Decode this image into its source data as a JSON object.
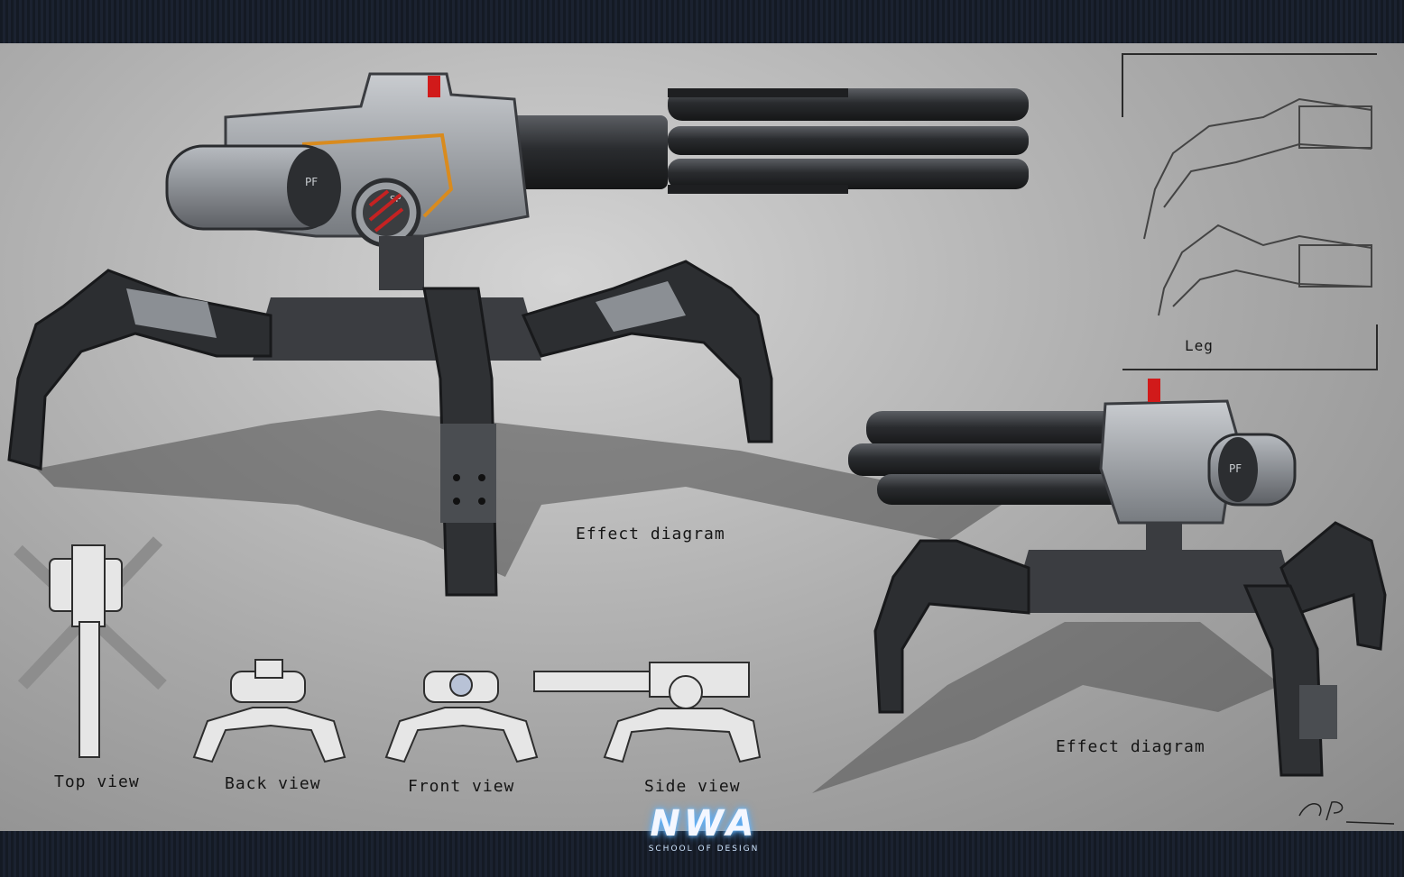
{
  "captions": {
    "effect_main": "Effect diagram",
    "effect_secondary": "Effect diagram",
    "leg": "Leg",
    "top_view": "Top view",
    "back_view": "Back view",
    "front_view": "Front view",
    "side_view": "Side view"
  },
  "turret_labels": {
    "pf_main": "PF",
    "sp_main": "SP",
    "pf_secondary": "PF"
  },
  "logo": {
    "main": "NWA",
    "sub": "SCHOOL OF DESIGN"
  },
  "colors": {
    "accent_orange": "#d98b1e",
    "sensor_red": "#d11a1a",
    "dark_metal": "#2c2e31",
    "light_metal": "#9a9ea3",
    "logo_glow": "#4aa8ff"
  },
  "icons": {
    "signature": "artist-signature-mark"
  }
}
